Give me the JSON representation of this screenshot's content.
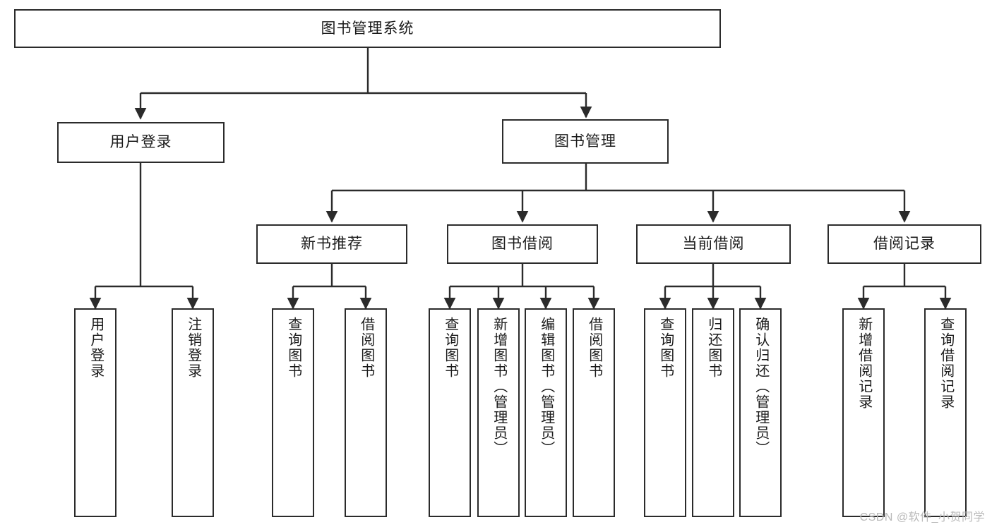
{
  "diagram": {
    "title": "图书管理系统",
    "type": "tree-hierarchy-chart",
    "root": {
      "label": "图书管理系统"
    },
    "level2": [
      {
        "label": "用户登录"
      },
      {
        "label": "图书管理"
      }
    ],
    "level3": [
      {
        "label": "新书推荐"
      },
      {
        "label": "图书借阅"
      },
      {
        "label": "当前借阅"
      },
      {
        "label": "借阅记录"
      }
    ],
    "leaves": {
      "user_login": [
        {
          "label": "用户登录"
        },
        {
          "label": "注销登录"
        }
      ],
      "new_book_recommend": [
        {
          "label": "查询图书"
        },
        {
          "label": "借阅图书"
        }
      ],
      "book_borrow": [
        {
          "label": "查询图书"
        },
        {
          "label": "新增图书（管理员）"
        },
        {
          "label": "编辑图书（管理员）"
        },
        {
          "label": "借阅图书"
        }
      ],
      "current_borrow": [
        {
          "label": "查询图书"
        },
        {
          "label": "归还图书"
        },
        {
          "label": "确认归还（管理员）"
        }
      ],
      "borrow_record": [
        {
          "label": "新增借阅记录"
        },
        {
          "label": "查询借阅记录"
        }
      ]
    }
  },
  "watermark": {
    "text": "CSDN @软件_小贺同学"
  },
  "colors": {
    "box_border": "#2b2b2b",
    "box_fill": "#ffffff",
    "connector": "#2b2b2b",
    "text": "#1b1b1b",
    "watermark": "#b9b9b9"
  }
}
